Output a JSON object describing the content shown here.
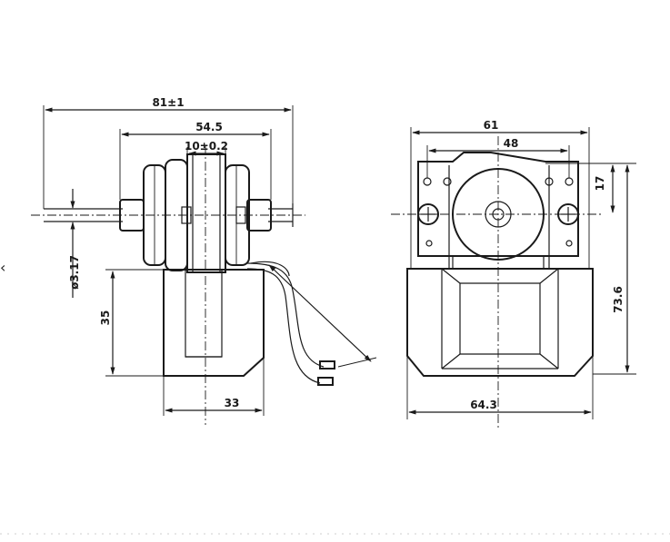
{
  "nav": {
    "prev_glyph": "‹"
  },
  "side_view": {
    "overall_length": "81±1",
    "body_width": "54.5",
    "bracket_width": "10±0.2",
    "shaft_diameter": "ø3.17",
    "coil_height": "35",
    "coil_width": "33"
  },
  "front_view": {
    "frame_width": "61",
    "hole_spacing": "48",
    "hole_offset": "17",
    "total_height": "73.6",
    "core_width": "64.3"
  }
}
